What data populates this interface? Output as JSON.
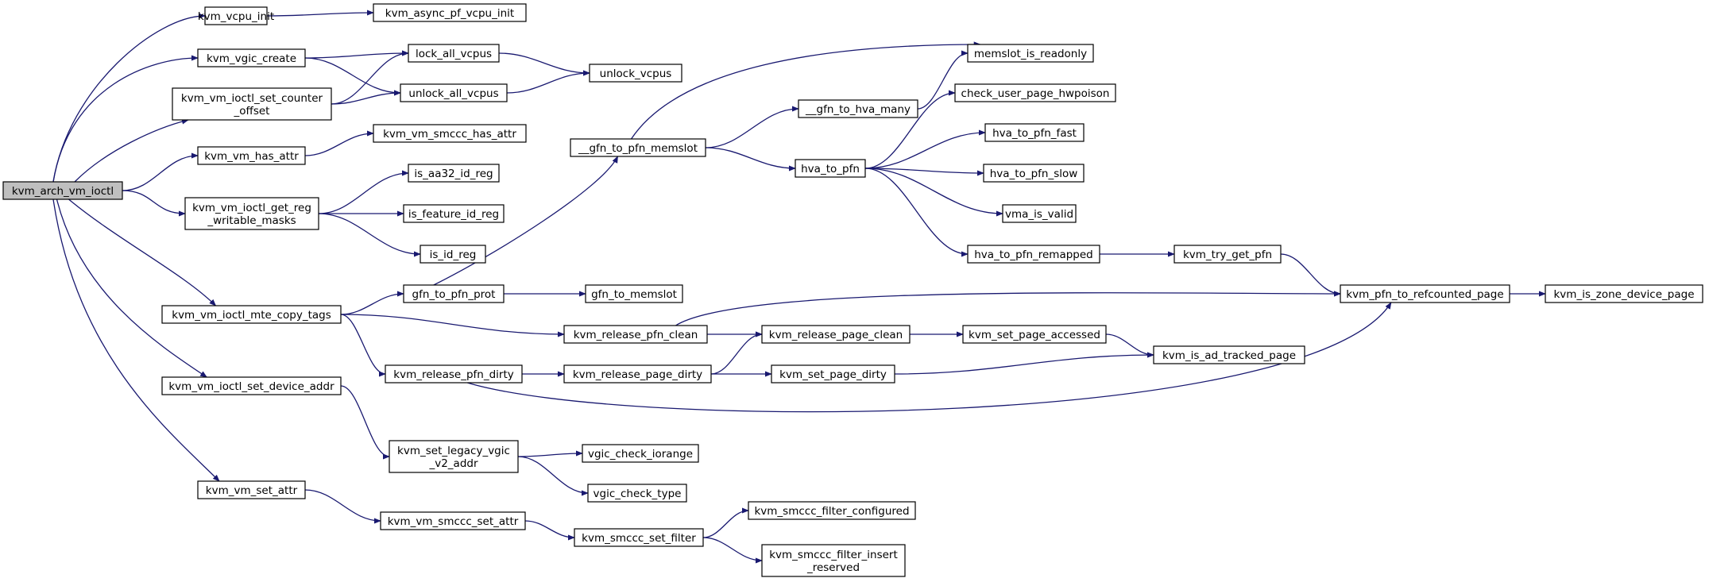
{
  "colors": {
    "edge": "#191970",
    "node_border": "#000000",
    "root_fill": "#bfbfbf",
    "node_fill": "#ffffff",
    "background": "#ffffff"
  },
  "nodes": [
    {
      "id": "kvm_arch_vm_ioctl",
      "lines": [
        "kvm_arch_vm_ioctl"
      ],
      "root": true
    },
    {
      "id": "kvm_vcpu_init",
      "lines": [
        "kvm_vcpu_init"
      ]
    },
    {
      "id": "kvm_async_pf_vcpu_init",
      "lines": [
        "kvm_async_pf_vcpu_init"
      ]
    },
    {
      "id": "kvm_vgic_create",
      "lines": [
        "kvm_vgic_create"
      ]
    },
    {
      "id": "lock_all_vcpus",
      "lines": [
        "lock_all_vcpus"
      ]
    },
    {
      "id": "unlock_all_vcpus",
      "lines": [
        "unlock_all_vcpus"
      ]
    },
    {
      "id": "unlock_vcpus",
      "lines": [
        "unlock_vcpus"
      ]
    },
    {
      "id": "kvm_vm_ioctl_set_counter_offset",
      "lines": [
        "kvm_vm_ioctl_set_counter",
        "_offset"
      ]
    },
    {
      "id": "kvm_vm_has_attr",
      "lines": [
        "kvm_vm_has_attr"
      ]
    },
    {
      "id": "kvm_vm_smccc_has_attr",
      "lines": [
        "kvm_vm_smccc_has_attr"
      ]
    },
    {
      "id": "kvm_vm_ioctl_get_reg_writable_masks",
      "lines": [
        "kvm_vm_ioctl_get_reg",
        "_writable_masks"
      ]
    },
    {
      "id": "is_aa32_id_reg",
      "lines": [
        "is_aa32_id_reg"
      ]
    },
    {
      "id": "is_feature_id_reg",
      "lines": [
        "is_feature_id_reg"
      ]
    },
    {
      "id": "is_id_reg",
      "lines": [
        "is_id_reg"
      ]
    },
    {
      "id": "kvm_vm_ioctl_mte_copy_tags",
      "lines": [
        "kvm_vm_ioctl_mte_copy_tags"
      ]
    },
    {
      "id": "gfn_to_pfn_prot",
      "lines": [
        "gfn_to_pfn_prot"
      ]
    },
    {
      "id": "__gfn_to_pfn_memslot",
      "lines": [
        "__gfn_to_pfn_memslot"
      ]
    },
    {
      "id": "memslot_is_readonly",
      "lines": [
        "memslot_is_readonly"
      ]
    },
    {
      "id": "__gfn_to_hva_many",
      "lines": [
        "__gfn_to_hva_many"
      ]
    },
    {
      "id": "hva_to_pfn",
      "lines": [
        "hva_to_pfn"
      ]
    },
    {
      "id": "check_user_page_hwpoison",
      "lines": [
        "check_user_page_hwpoison"
      ]
    },
    {
      "id": "hva_to_pfn_fast",
      "lines": [
        "hva_to_pfn_fast"
      ]
    },
    {
      "id": "hva_to_pfn_slow",
      "lines": [
        "hva_to_pfn_slow"
      ]
    },
    {
      "id": "vma_is_valid",
      "lines": [
        "vma_is_valid"
      ]
    },
    {
      "id": "hva_to_pfn_remapped",
      "lines": [
        "hva_to_pfn_remapped"
      ]
    },
    {
      "id": "kvm_try_get_pfn",
      "lines": [
        "kvm_try_get_pfn"
      ]
    },
    {
      "id": "kvm_pfn_to_refcounted_page",
      "lines": [
        "kvm_pfn_to_refcounted_page"
      ]
    },
    {
      "id": "kvm_is_zone_device_page",
      "lines": [
        "kvm_is_zone_device_page"
      ]
    },
    {
      "id": "gfn_to_memslot",
      "lines": [
        "gfn_to_memslot"
      ]
    },
    {
      "id": "kvm_release_pfn_clean",
      "lines": [
        "kvm_release_pfn_clean"
      ]
    },
    {
      "id": "kvm_release_page_clean",
      "lines": [
        "kvm_release_page_clean"
      ]
    },
    {
      "id": "kvm_set_page_accessed",
      "lines": [
        "kvm_set_page_accessed"
      ]
    },
    {
      "id": "kvm_is_ad_tracked_page",
      "lines": [
        "kvm_is_ad_tracked_page"
      ]
    },
    {
      "id": "kvm_release_pfn_dirty",
      "lines": [
        "kvm_release_pfn_dirty"
      ]
    },
    {
      "id": "kvm_release_page_dirty",
      "lines": [
        "kvm_release_page_dirty"
      ]
    },
    {
      "id": "kvm_set_page_dirty",
      "lines": [
        "kvm_set_page_dirty"
      ]
    },
    {
      "id": "kvm_vm_ioctl_set_device_addr",
      "lines": [
        "kvm_vm_ioctl_set_device_addr"
      ]
    },
    {
      "id": "kvm_set_legacy_vgic_v2_addr",
      "lines": [
        "kvm_set_legacy_vgic",
        "_v2_addr"
      ]
    },
    {
      "id": "vgic_check_iorange",
      "lines": [
        "vgic_check_iorange"
      ]
    },
    {
      "id": "vgic_check_type",
      "lines": [
        "vgic_check_type"
      ]
    },
    {
      "id": "kvm_vm_set_attr",
      "lines": [
        "kvm_vm_set_attr"
      ]
    },
    {
      "id": "kvm_vm_smccc_set_attr",
      "lines": [
        "kvm_vm_smccc_set_attr"
      ]
    },
    {
      "id": "kvm_smccc_set_filter",
      "lines": [
        "kvm_smccc_set_filter"
      ]
    },
    {
      "id": "kvm_smccc_filter_configured",
      "lines": [
        "kvm_smccc_filter_configured"
      ]
    },
    {
      "id": "kvm_smccc_filter_insert_reserved",
      "lines": [
        "kvm_smccc_filter_insert",
        "_reserved"
      ]
    }
  ],
  "edges": [
    [
      "kvm_arch_vm_ioctl",
      "kvm_vcpu_init"
    ],
    [
      "kvm_arch_vm_ioctl",
      "kvm_vgic_create"
    ],
    [
      "kvm_arch_vm_ioctl",
      "kvm_vm_ioctl_set_counter_offset"
    ],
    [
      "kvm_arch_vm_ioctl",
      "kvm_vm_has_attr"
    ],
    [
      "kvm_arch_vm_ioctl",
      "kvm_vm_ioctl_get_reg_writable_masks"
    ],
    [
      "kvm_arch_vm_ioctl",
      "kvm_vm_ioctl_mte_copy_tags"
    ],
    [
      "kvm_arch_vm_ioctl",
      "kvm_vm_ioctl_set_device_addr"
    ],
    [
      "kvm_arch_vm_ioctl",
      "kvm_vm_set_attr"
    ],
    [
      "kvm_vcpu_init",
      "kvm_async_pf_vcpu_init"
    ],
    [
      "kvm_vgic_create",
      "lock_all_vcpus"
    ],
    [
      "kvm_vgic_create",
      "unlock_all_vcpus"
    ],
    [
      "kvm_vm_ioctl_set_counter_offset",
      "lock_all_vcpus"
    ],
    [
      "kvm_vm_ioctl_set_counter_offset",
      "unlock_all_vcpus"
    ],
    [
      "lock_all_vcpus",
      "unlock_vcpus"
    ],
    [
      "unlock_all_vcpus",
      "unlock_vcpus"
    ],
    [
      "kvm_vm_has_attr",
      "kvm_vm_smccc_has_attr"
    ],
    [
      "kvm_vm_ioctl_get_reg_writable_masks",
      "is_aa32_id_reg"
    ],
    [
      "kvm_vm_ioctl_get_reg_writable_masks",
      "is_feature_id_reg"
    ],
    [
      "kvm_vm_ioctl_get_reg_writable_masks",
      "is_id_reg"
    ],
    [
      "kvm_vm_ioctl_mte_copy_tags",
      "gfn_to_pfn_prot"
    ],
    [
      "kvm_vm_ioctl_mte_copy_tags",
      "kvm_release_pfn_clean"
    ],
    [
      "kvm_vm_ioctl_mte_copy_tags",
      "kvm_release_pfn_dirty"
    ],
    [
      "gfn_to_pfn_prot",
      "__gfn_to_pfn_memslot"
    ],
    [
      "gfn_to_pfn_prot",
      "gfn_to_memslot"
    ],
    [
      "__gfn_to_pfn_memslot",
      "memslot_is_readonly"
    ],
    [
      "__gfn_to_pfn_memslot",
      "__gfn_to_hva_many"
    ],
    [
      "__gfn_to_pfn_memslot",
      "hva_to_pfn"
    ],
    [
      "__gfn_to_hva_many",
      "memslot_is_readonly"
    ],
    [
      "hva_to_pfn",
      "check_user_page_hwpoison"
    ],
    [
      "hva_to_pfn",
      "hva_to_pfn_fast"
    ],
    [
      "hva_to_pfn",
      "hva_to_pfn_slow"
    ],
    [
      "hva_to_pfn",
      "vma_is_valid"
    ],
    [
      "hva_to_pfn",
      "hva_to_pfn_remapped"
    ],
    [
      "hva_to_pfn_remapped",
      "kvm_try_get_pfn"
    ],
    [
      "kvm_try_get_pfn",
      "kvm_pfn_to_refcounted_page"
    ],
    [
      "kvm_pfn_to_refcounted_page",
      "kvm_is_zone_device_page"
    ],
    [
      "kvm_release_pfn_clean",
      "kvm_pfn_to_refcounted_page"
    ],
    [
      "kvm_release_pfn_clean",
      "kvm_release_page_clean"
    ],
    [
      "kvm_release_page_clean",
      "kvm_set_page_accessed"
    ],
    [
      "kvm_set_page_accessed",
      "kvm_is_ad_tracked_page"
    ],
    [
      "kvm_release_pfn_dirty",
      "kvm_release_page_dirty"
    ],
    [
      "kvm_release_pfn_dirty",
      "kvm_pfn_to_refcounted_page"
    ],
    [
      "kvm_release_page_dirty",
      "kvm_release_page_clean"
    ],
    [
      "kvm_release_page_dirty",
      "kvm_set_page_dirty"
    ],
    [
      "kvm_set_page_dirty",
      "kvm_is_ad_tracked_page"
    ],
    [
      "kvm_vm_ioctl_set_device_addr",
      "kvm_set_legacy_vgic_v2_addr"
    ],
    [
      "kvm_set_legacy_vgic_v2_addr",
      "vgic_check_iorange"
    ],
    [
      "kvm_set_legacy_vgic_v2_addr",
      "vgic_check_type"
    ],
    [
      "kvm_vm_set_attr",
      "kvm_vm_smccc_set_attr"
    ],
    [
      "kvm_vm_smccc_set_attr",
      "kvm_smccc_set_filter"
    ],
    [
      "kvm_smccc_set_filter",
      "kvm_smccc_filter_configured"
    ],
    [
      "kvm_smccc_set_filter",
      "kvm_smccc_filter_insert_reserved"
    ]
  ]
}
